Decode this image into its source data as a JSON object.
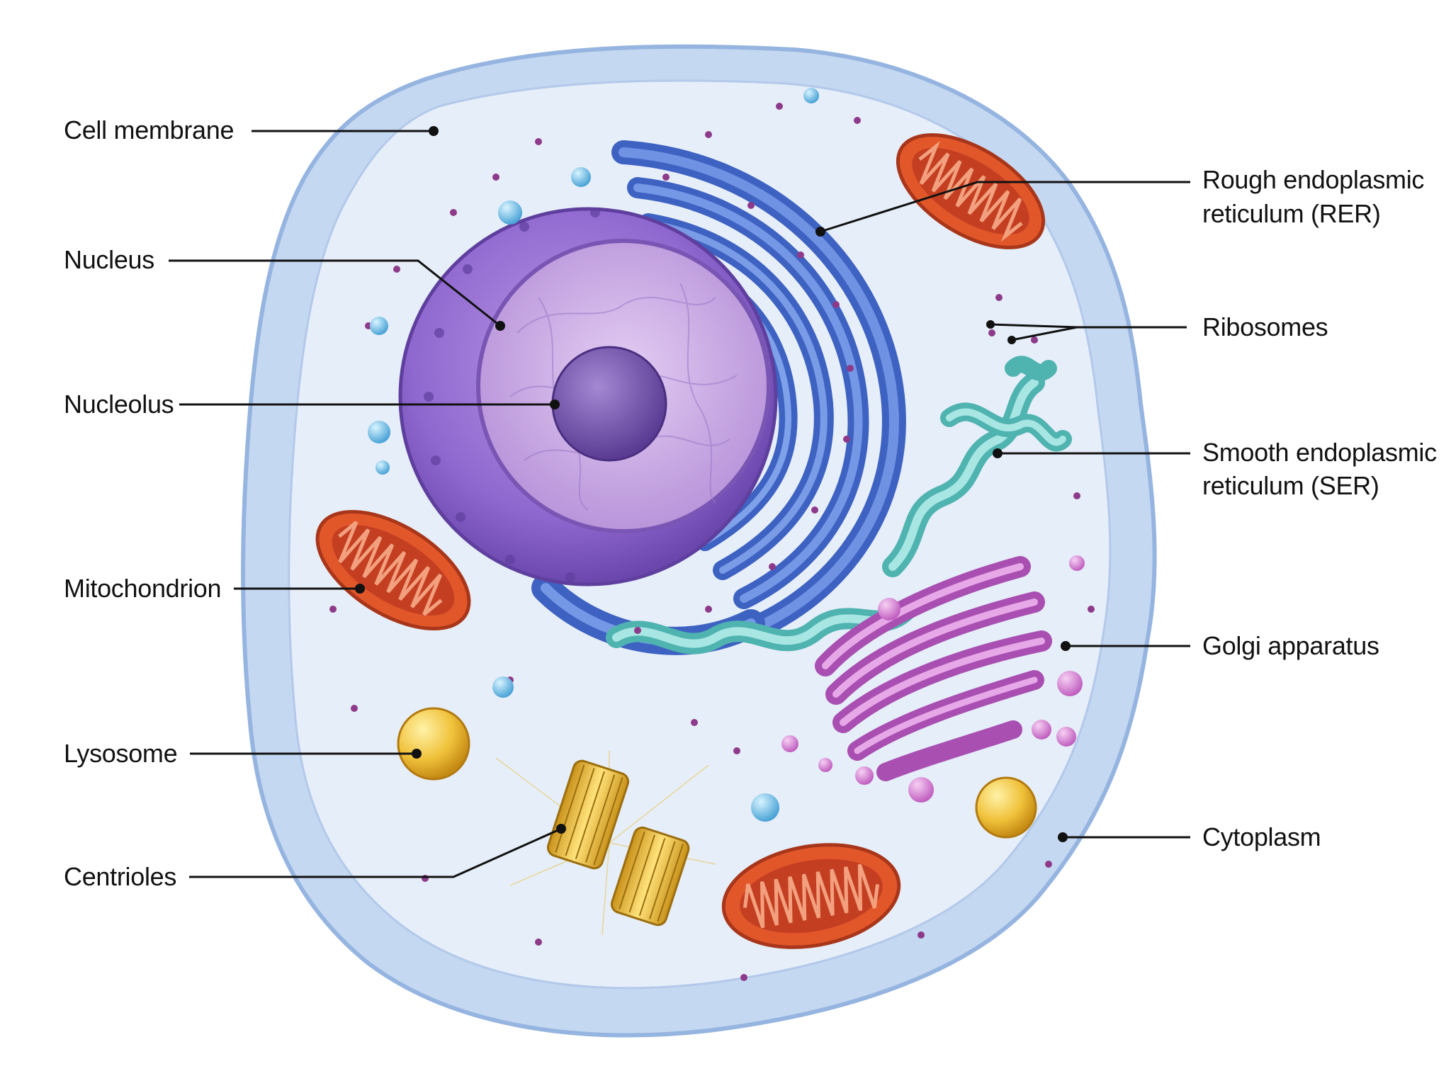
{
  "labels": {
    "cell_membrane": "Cell membrane",
    "nucleus": "Nucleus",
    "nucleolus": "Nucleolus",
    "mitochondrion": "Mitochondrion",
    "lysosome": "Lysosome",
    "centrioles": "Centrioles",
    "rer_line1": "Rough endoplasmic",
    "rer_line2": "reticulum (RER)",
    "ribosomes": "Ribosomes",
    "ser_line1": "Smooth endoplasmic",
    "ser_line2": "reticulum (SER)",
    "golgi": "Golgi apparatus",
    "cytoplasm": "Cytoplasm"
  },
  "colors": {
    "membrane": "#c5d8f1",
    "cytoplasm": "#e6eef9",
    "nucleus_envelope": "#8a66c9",
    "nucleoplasm": "#c7a6e3",
    "nucleolus": "#7a56b4",
    "rough_er": "#4f74d2",
    "smooth_er": "#73cbc8",
    "golgi": "#c874c9",
    "mitochondrion": "#e2572a",
    "lysosome": "#f0c23b",
    "centriole": "#e6b92c",
    "ribosome": "#8e3a8a",
    "leader_line": "#111111"
  }
}
